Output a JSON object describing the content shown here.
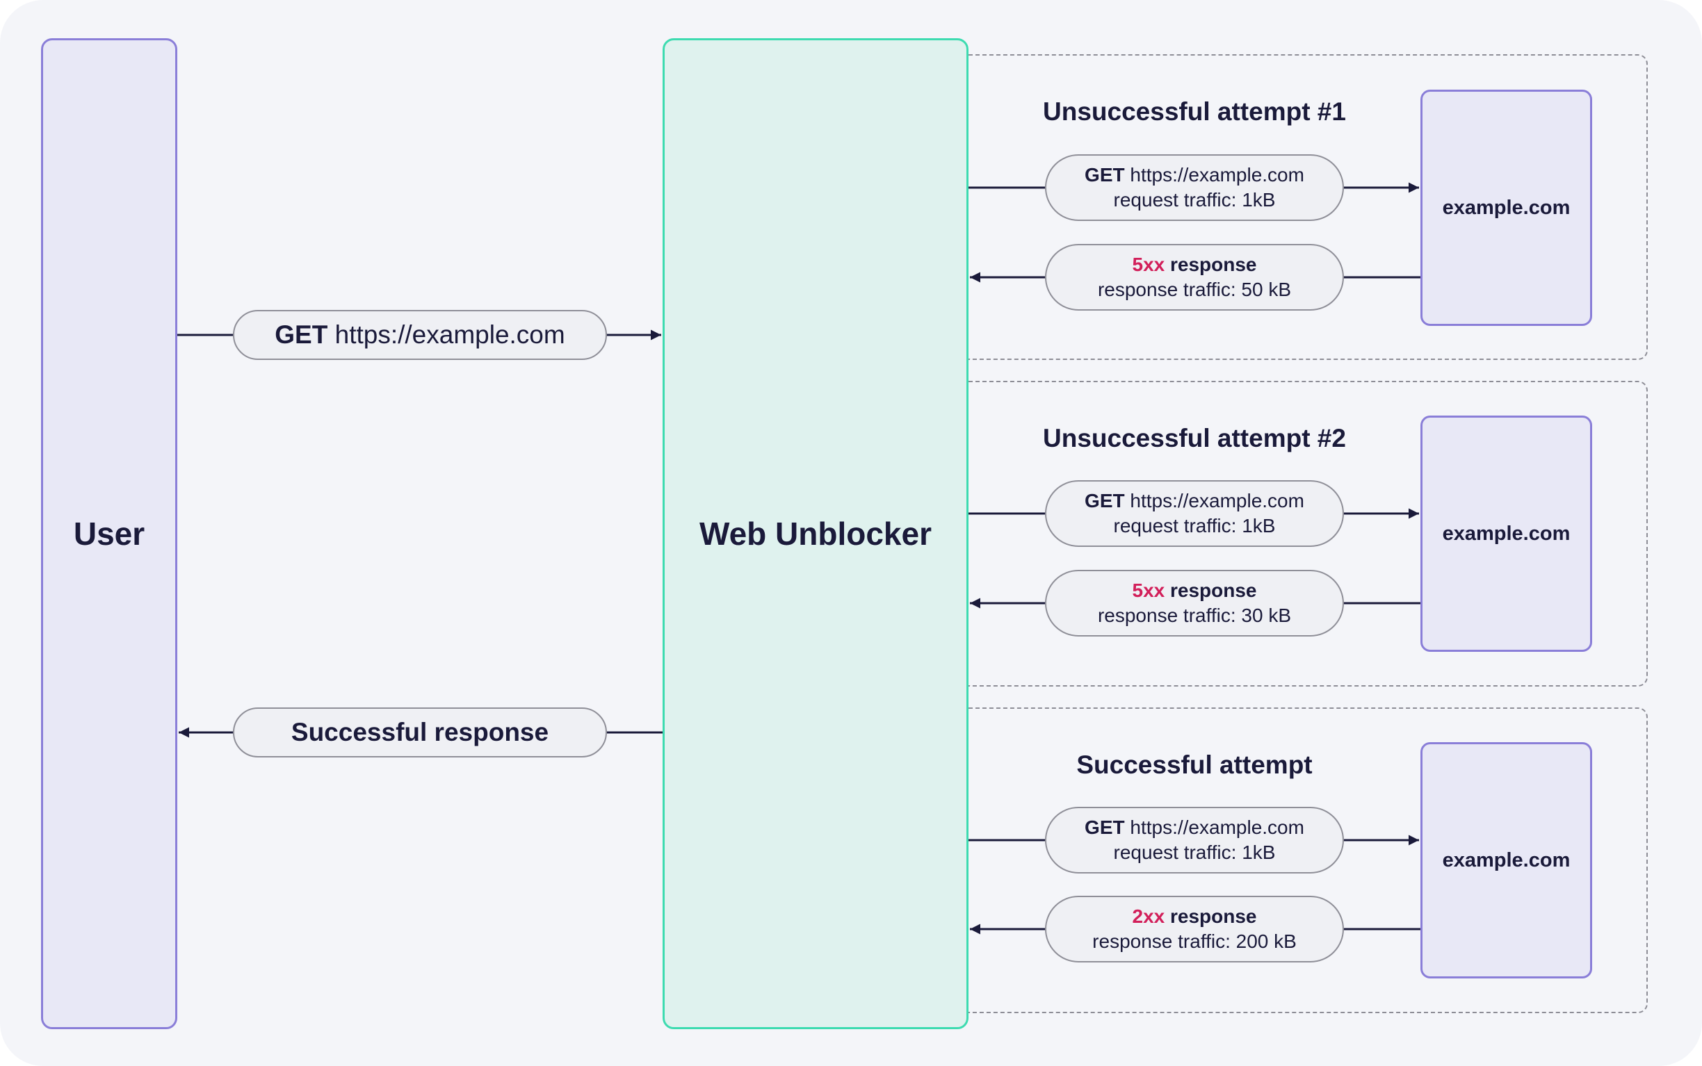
{
  "nodes": {
    "user": "User",
    "unblocker": "Web Unblocker"
  },
  "colors": {
    "user_fill": "#e8e8f6",
    "user_border": "#8a7ed8",
    "unblocker_fill": "#dff2ee",
    "unblocker_border": "#3ddbb0",
    "status_code": "#d21f5a",
    "text": "#1a1a3a"
  },
  "user_request": {
    "method": "GET",
    "url": "https://example.com"
  },
  "user_response": {
    "label": "Successful response"
  },
  "attempts": [
    {
      "title": "Unsuccessful attempt #1",
      "request": {
        "method": "GET",
        "url": "https://example.com",
        "traffic": "request traffic: 1kB"
      },
      "response": {
        "code": "5xx",
        "word": "response",
        "traffic": "response traffic: 50 kB"
      },
      "site": "example.com"
    },
    {
      "title": "Unsuccessful attempt #2",
      "request": {
        "method": "GET",
        "url": "https://example.com",
        "traffic": "request traffic: 1kB"
      },
      "response": {
        "code": "5xx",
        "word": "response",
        "traffic": "response traffic: 30 kB"
      },
      "site": "example.com"
    },
    {
      "title": "Successful attempt",
      "request": {
        "method": "GET",
        "url": "https://example.com",
        "traffic": "request traffic: 1kB"
      },
      "response": {
        "code": "2xx",
        "word": "response",
        "traffic": "response traffic: 200 kB"
      },
      "site": "example.com"
    }
  ]
}
